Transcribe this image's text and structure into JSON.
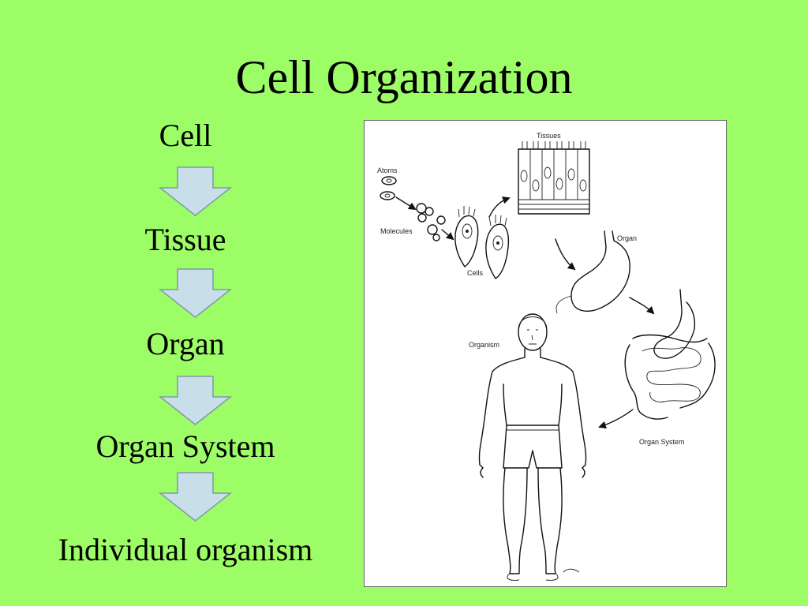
{
  "slide": {
    "title": "Cell Organization",
    "background_color": "#9cfd66",
    "arrow_fill": "#c8dfe9",
    "arrow_stroke": "#7f9aa8"
  },
  "hierarchy": {
    "steps": [
      "Cell",
      "Tissue",
      "Organ",
      "Organ System",
      "Individual organism"
    ]
  },
  "figure": {
    "labels": {
      "tissues": "Tissues",
      "atoms": "Atoms",
      "molecules": "Molecules",
      "cells": "Cells",
      "organ": "Organ",
      "organism": "Organism",
      "organ_system": "Organ System"
    }
  }
}
